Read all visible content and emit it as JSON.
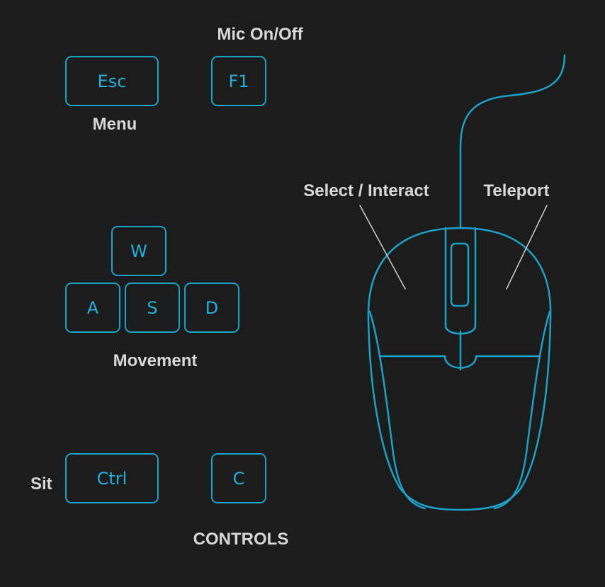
{
  "keys": {
    "esc": "Esc",
    "f1": "F1",
    "w": "W",
    "a": "A",
    "s": "S",
    "d": "D",
    "ctrl": "Ctrl",
    "c": "C"
  },
  "labels": {
    "mic": "Mic On/Off",
    "menu": "Menu",
    "movement": "Movement",
    "sit": "Sit",
    "select": "Select / Interact",
    "teleport": "Teleport",
    "controls": "CONTROLS"
  },
  "colors": {
    "background": "#1c1c1c",
    "accent": "#1aa3c8",
    "label": "#d8d8d8"
  }
}
